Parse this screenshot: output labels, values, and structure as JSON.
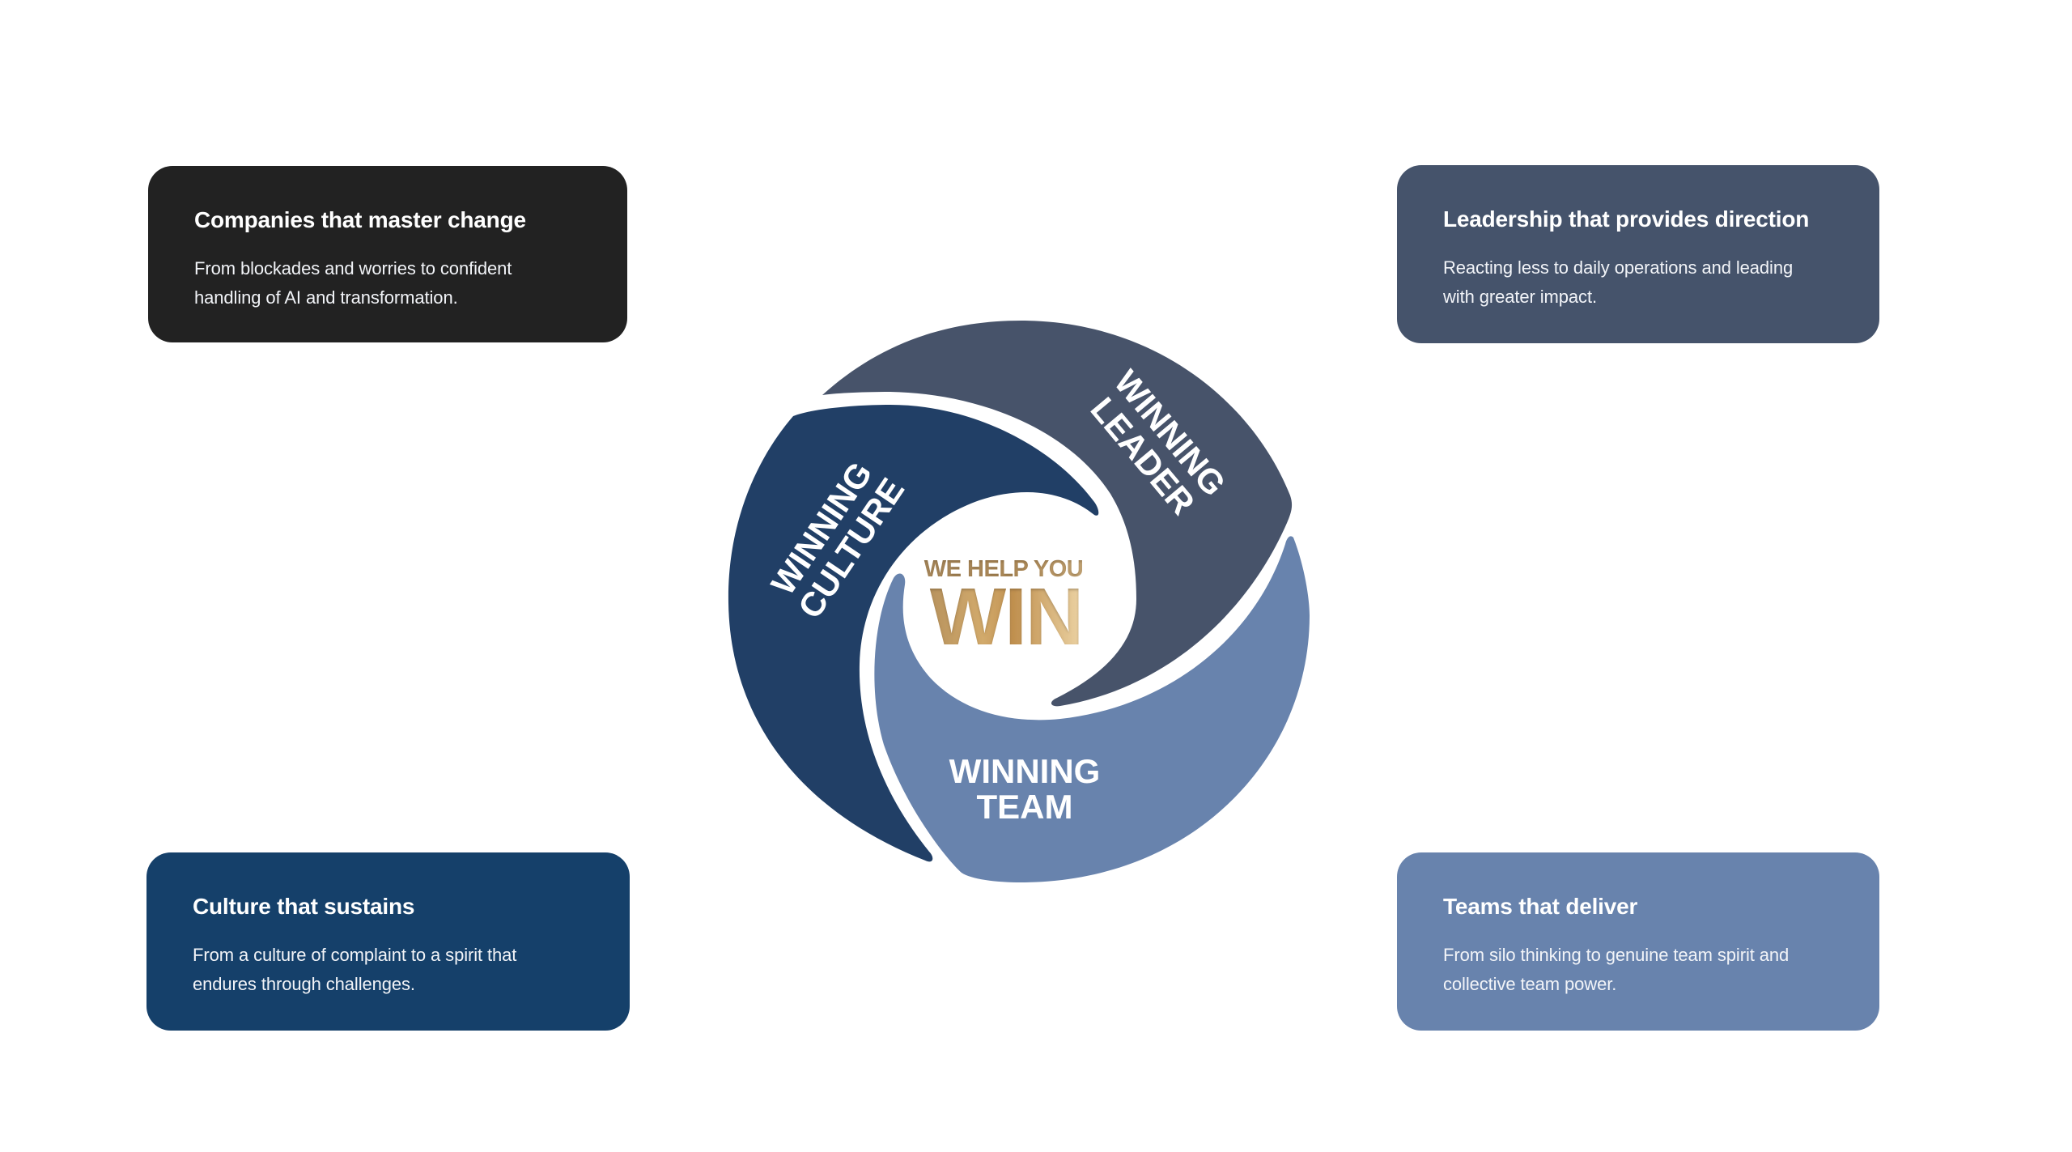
{
  "colors": {
    "culture": "#213f66",
    "leader": "#47536a",
    "team": "#6883ad",
    "gold_light": "#e8cfa0",
    "gold_mid": "#c79b5c",
    "gold_dark": "#a9875a"
  },
  "wheel": {
    "center_top": "WE HELP YOU",
    "center_main": "WIN",
    "segments": [
      {
        "id": "culture",
        "line1": "WINNING",
        "line2": "CULTURE"
      },
      {
        "id": "leader",
        "line1": "WINNING",
        "line2": "LEADER"
      },
      {
        "id": "team",
        "line1": "WINNING",
        "line2": "TEAM"
      }
    ]
  },
  "cards": {
    "top_left": {
      "title": "Companies that master change",
      "text_line1": "From blockades and worries to confident",
      "text_line2": "handling of AI and transformation."
    },
    "top_right": {
      "title": "Leadership that provides direction",
      "text_line1": "Reacting less to daily operations and leading",
      "text_line2": "with greater impact."
    },
    "bottom_left": {
      "title": "Culture that sustains",
      "text_line1": "From a culture of complaint to a spirit that",
      "text_line2": "endures through challenges."
    },
    "bottom_right": {
      "title": "Teams that deliver",
      "text_line1": "From silo thinking to genuine team spirit and",
      "text_line2": "collective team power."
    }
  }
}
